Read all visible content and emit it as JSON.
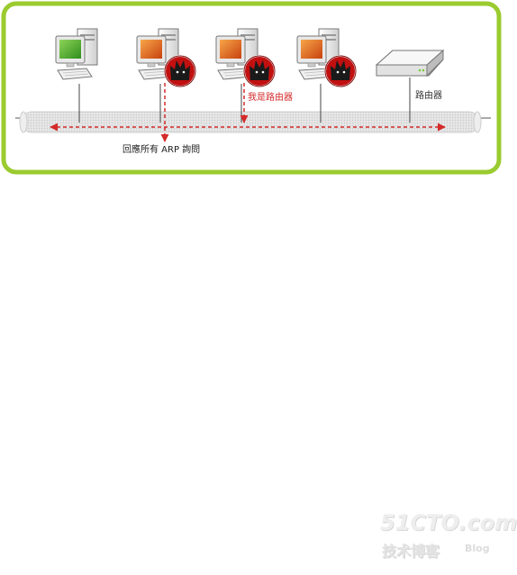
{
  "diagram": {
    "router_label": "路由器",
    "attacker_claim": "我是路由器",
    "reply_label": "回應所有 ARP 詢問",
    "colors": {
      "frame": "#9acb2f",
      "attack_arrow": "#d42a2a",
      "legit_pc_screen": "#3fae2a",
      "attacker_pc_screen": "#e8621a",
      "attacker_badge": "#c21010"
    },
    "devices": [
      {
        "type": "computer",
        "role": "normal",
        "icon": "computer-icon"
      },
      {
        "type": "computer",
        "role": "attacker",
        "icon": "hacker-badge-icon"
      },
      {
        "type": "computer",
        "role": "attacker",
        "icon": "hacker-badge-icon"
      },
      {
        "type": "computer",
        "role": "attacker",
        "icon": "hacker-badge-icon"
      },
      {
        "type": "router",
        "role": "gateway",
        "icon": "router-icon"
      }
    ]
  },
  "watermark": {
    "brand": "51CTO.com",
    "subtitle": "技术博客",
    "blog": "Blog"
  }
}
